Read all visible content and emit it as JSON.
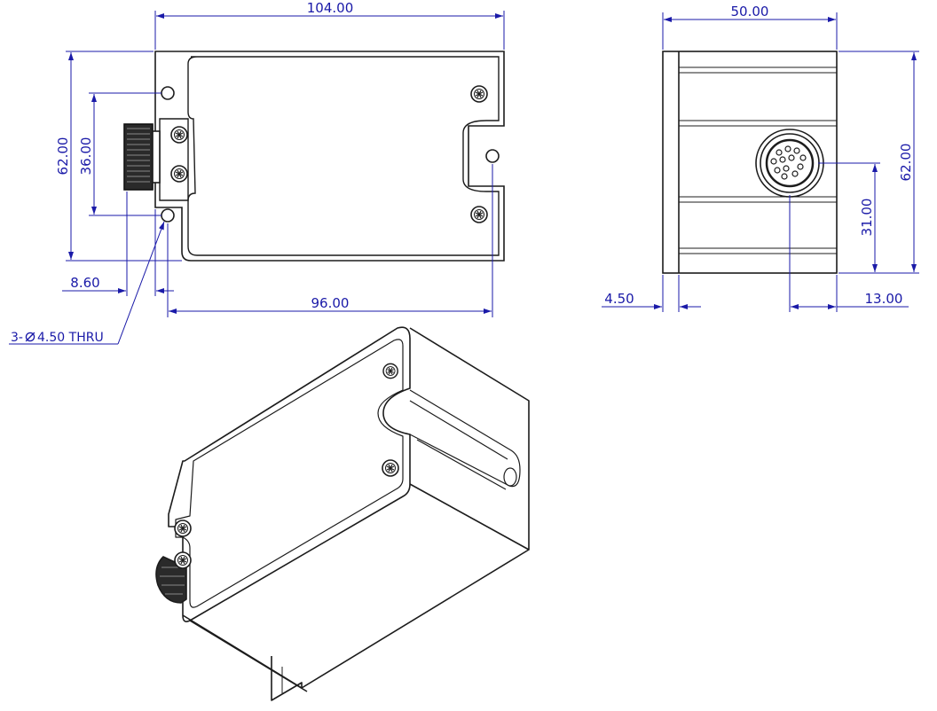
{
  "colors": {
    "dimension": "#1a1aa8",
    "outline": "#1c1c1c",
    "background": "#ffffff"
  },
  "top_view": {
    "dimensions": {
      "overall_width": "104.00",
      "overall_height": "62.00",
      "hole_spacing_vertical": "36.00",
      "connector_offset": "8.60",
      "hole_spacing_horizontal": "96.00"
    },
    "hole_callout": {
      "prefix": "3-",
      "symbol": "⌀",
      "text": "4.50 THRU"
    }
  },
  "side_view": {
    "dimensions": {
      "overall_width": "50.00",
      "overall_height": "62.00",
      "connector_height": "31.00",
      "flange_thickness": "4.50",
      "connector_offset": "13.00"
    }
  },
  "isometric_view": {
    "icons": [
      "screw-icon",
      "connector-icon"
    ]
  }
}
